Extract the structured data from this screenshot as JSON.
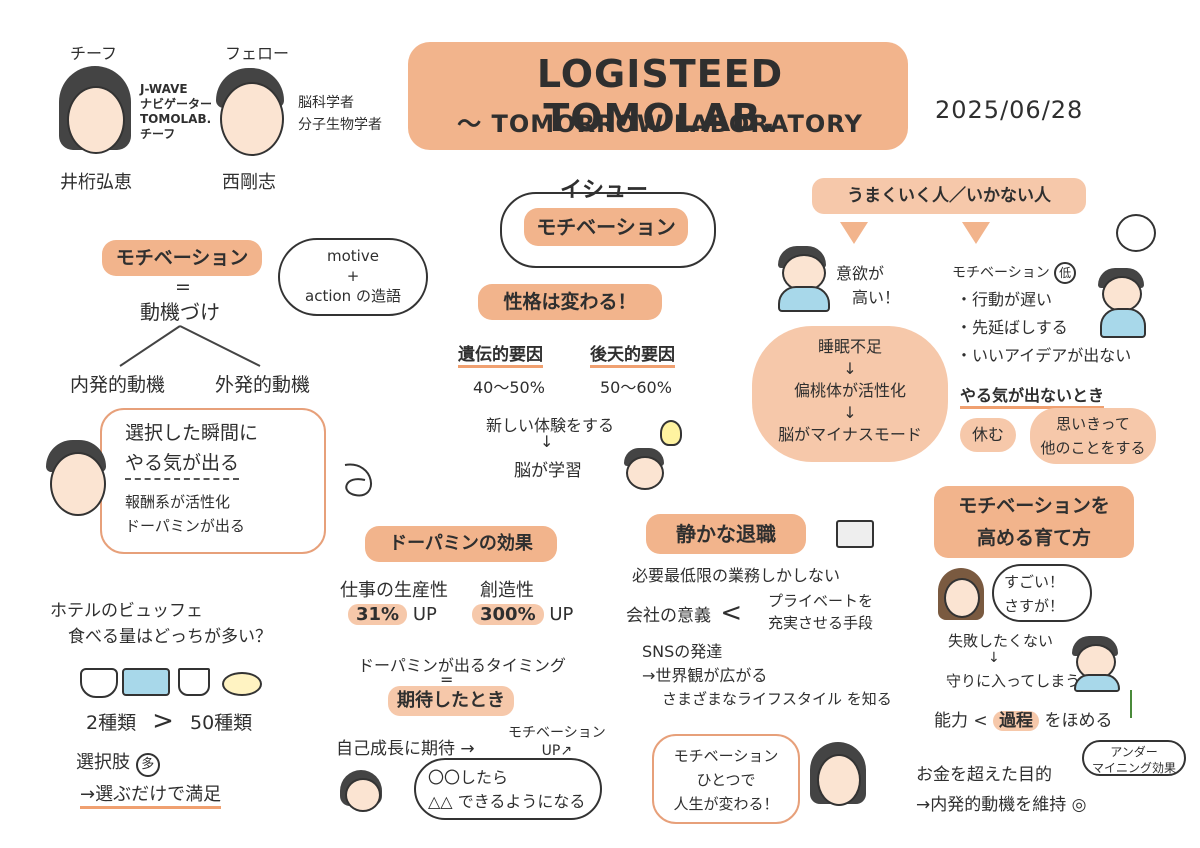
{
  "header": {
    "title": "LOGISTEED TOMOLAB.",
    "subtitle": "〜 TOMORROW LABORATORY",
    "date": "2025/06/28"
  },
  "speakers": [
    {
      "role": "チーフ",
      "name": "井桁弘恵",
      "desc": [
        "J-WAVE",
        "ナビゲーター",
        "TOMOLAB.",
        "チーフ"
      ]
    },
    {
      "role": "フェロー",
      "name": "西剛志",
      "desc": [
        "脳科学者",
        "分子生物学者"
      ]
    }
  ],
  "issue": {
    "label": "イシュー",
    "topic": "モチベーション"
  },
  "left": {
    "motivation": "モチベーション",
    "equals": "=",
    "douki": "動機づけ",
    "cloud": [
      "motive",
      "+",
      "action の造語"
    ],
    "intrinsic": "内発的動機",
    "extrinsic": "外発的動機",
    "moment": [
      "選択した瞬間に",
      "やる気が出る"
    ],
    "reward": [
      "報酬系が活性化",
      "ドーパミンが出る"
    ]
  },
  "buffet": {
    "q1": "ホテルのビュッフェ",
    "q2": "食べる量はどっちが多い？",
    "compare_left": "2種類",
    "gt": ">",
    "compare_right": "50種類",
    "choices": "選択肢",
    "choices_badge": "多",
    "result": "→選ぶだけで満足"
  },
  "personality": {
    "title": "性格は変わる！",
    "genetic": "遺伝的要因",
    "genetic_pct": "40〜50%",
    "acquired": "後天的要因",
    "acquired_pct": "50〜60%",
    "new_exp": "新しい体験をする",
    "arrow": "↓",
    "brain_learn": "脳が学習"
  },
  "dopamine": {
    "title": "ドーパミンの効果",
    "productivity": "仕事の生産性",
    "productivity_pct": "31%",
    "creativity": "創造性",
    "creativity_pct": "300%",
    "up": "UP",
    "timing": "ドーパミンが出るタイミング",
    "equals": "=",
    "expect": "期待したとき",
    "growth": "自己成長に期待 →",
    "motivation_up": [
      "モチベーション",
      "UP↗"
    ],
    "bubble": [
      "〇〇したら",
      "△△ できるようになる"
    ]
  },
  "quiet": {
    "title": "静かな退職",
    "line1": "必要最低限の業務しかしない",
    "company": "会社の意義",
    "lt": "<",
    "private": [
      "プライベートを",
      "充実させる手段"
    ],
    "sns": "SNSの発達",
    "world": "→世界観が広がる",
    "lifestyle": "さまざまなライフスタイル を知る"
  },
  "quote": [
    "モチベーション",
    "ひとつで",
    "人生が変わる！"
  ],
  "success": {
    "title": "うまくいく人／いかない人",
    "high": [
      "意欲が",
      "高い！"
    ],
    "low_title": "モチベーション",
    "low_badge": "低",
    "low_items": [
      "行動が遅い",
      "先延ばしする",
      "いいアイデアが出ない"
    ],
    "chain": [
      "睡眠不足",
      "↓",
      "偏桃体が活性化",
      "↓",
      "脳がマイナスモード"
    ],
    "when": "やる気が出ないとき",
    "rest": "休む",
    "bold": [
      "思いきって",
      "他のことをする"
    ]
  },
  "raise": {
    "title": [
      "モチベーションを",
      "高める育て方"
    ],
    "praise": [
      "すごい！",
      "さすが！"
    ],
    "fail": "失敗したくない",
    "arrow": "↓",
    "defend": "守りに入ってしまう",
    "ability": "能力 <",
    "process": "過程",
    "praise_end": "をほめる",
    "money": "お金を超えた目的",
    "under": [
      "アンダー",
      "マイニング効果"
    ],
    "keep": "→内発的動機を維持",
    "keep_mark": "◎"
  },
  "colors": {
    "accent": "#f2b48c",
    "accent_soft": "#f6c8aa",
    "ink": "#2f2f2f",
    "blue": "#a8d8ea"
  }
}
